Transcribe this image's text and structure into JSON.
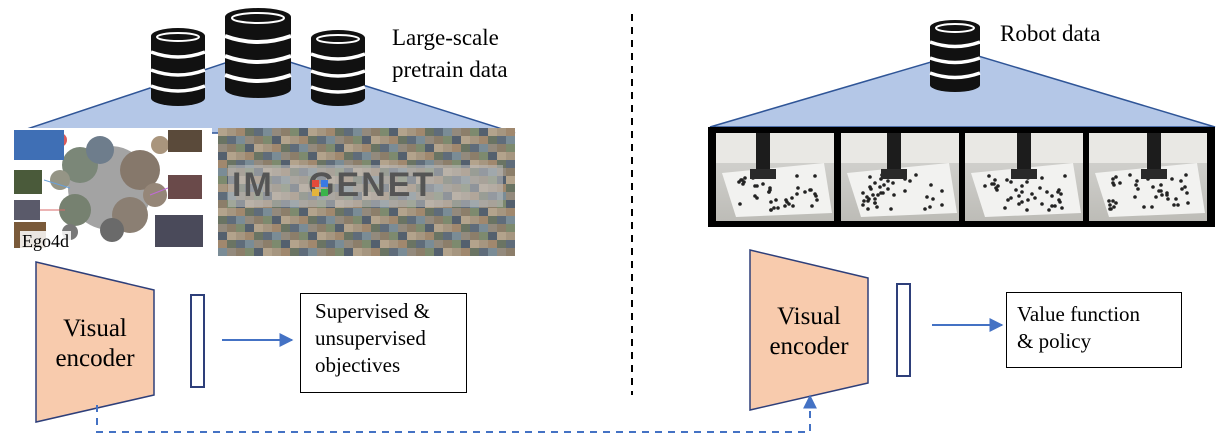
{
  "left": {
    "data_title_line1": "Large-scale",
    "data_title_line2": "pretrain data",
    "ego_label": "Ego4d",
    "imagenet_label": "IM   GENET",
    "encoder_line1": "Visual",
    "encoder_line2": "encoder",
    "objectives_line1": "Supervised &",
    "objectives_line2": "unsupervised",
    "objectives_line3": "objectives"
  },
  "right": {
    "data_title": "Robot data",
    "encoder_line1": "Visual",
    "encoder_line2": "encoder",
    "output_line1": "Value function",
    "output_line2": "& policy"
  },
  "colors": {
    "triangle_fill": "#b4c7e7",
    "triangle_stroke": "#2f5597",
    "encoder_fill": "#f8cbad",
    "encoder_stroke": "#2e3f7a",
    "arrow": "#4472c4",
    "database": "#111111"
  },
  "icons": [
    "database-icon"
  ]
}
